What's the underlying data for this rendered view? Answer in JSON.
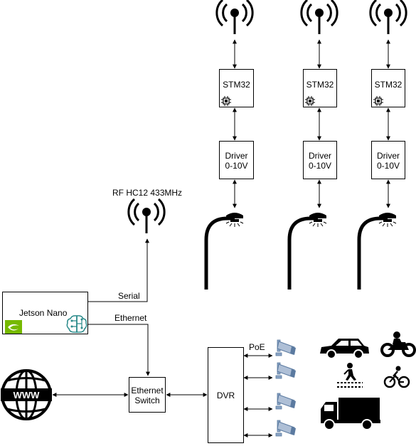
{
  "rf_label": "RF HC12 433MHz",
  "serial_label": "Serial",
  "ethernet_label": "Ethernet",
  "poe_label": "PoE",
  "jetson": {
    "title": "Jetson Nano"
  },
  "switch": {
    "line1": "Ethernet",
    "line2": "Switch"
  },
  "dvr": {
    "label": "DVR"
  },
  "www_label": "WWW",
  "nodes": [
    {
      "mcu": "STM32",
      "driver_line1": "Driver",
      "driver_line2": "0-10V"
    },
    {
      "mcu": "STM32",
      "driver_line1": "Driver",
      "driver_line2": "0-10V"
    },
    {
      "mcu": "STM32",
      "driver_line1": "Driver",
      "driver_line2": "0-10V"
    }
  ],
  "colors": {
    "nvidia_green": "#76b900",
    "ai_teal": "#2a8a8a",
    "camera_blue": "#8aa4c4"
  },
  "icons": [
    "antenna-icon",
    "chip-icon",
    "street-lamp-icon",
    "globe-www-icon",
    "nvidia-logo-icon",
    "ai-brain-icon",
    "cctv-camera-icon",
    "car-icon",
    "motorcycle-icon",
    "pedestrian-icon",
    "bicycle-icon",
    "truck-icon"
  ]
}
